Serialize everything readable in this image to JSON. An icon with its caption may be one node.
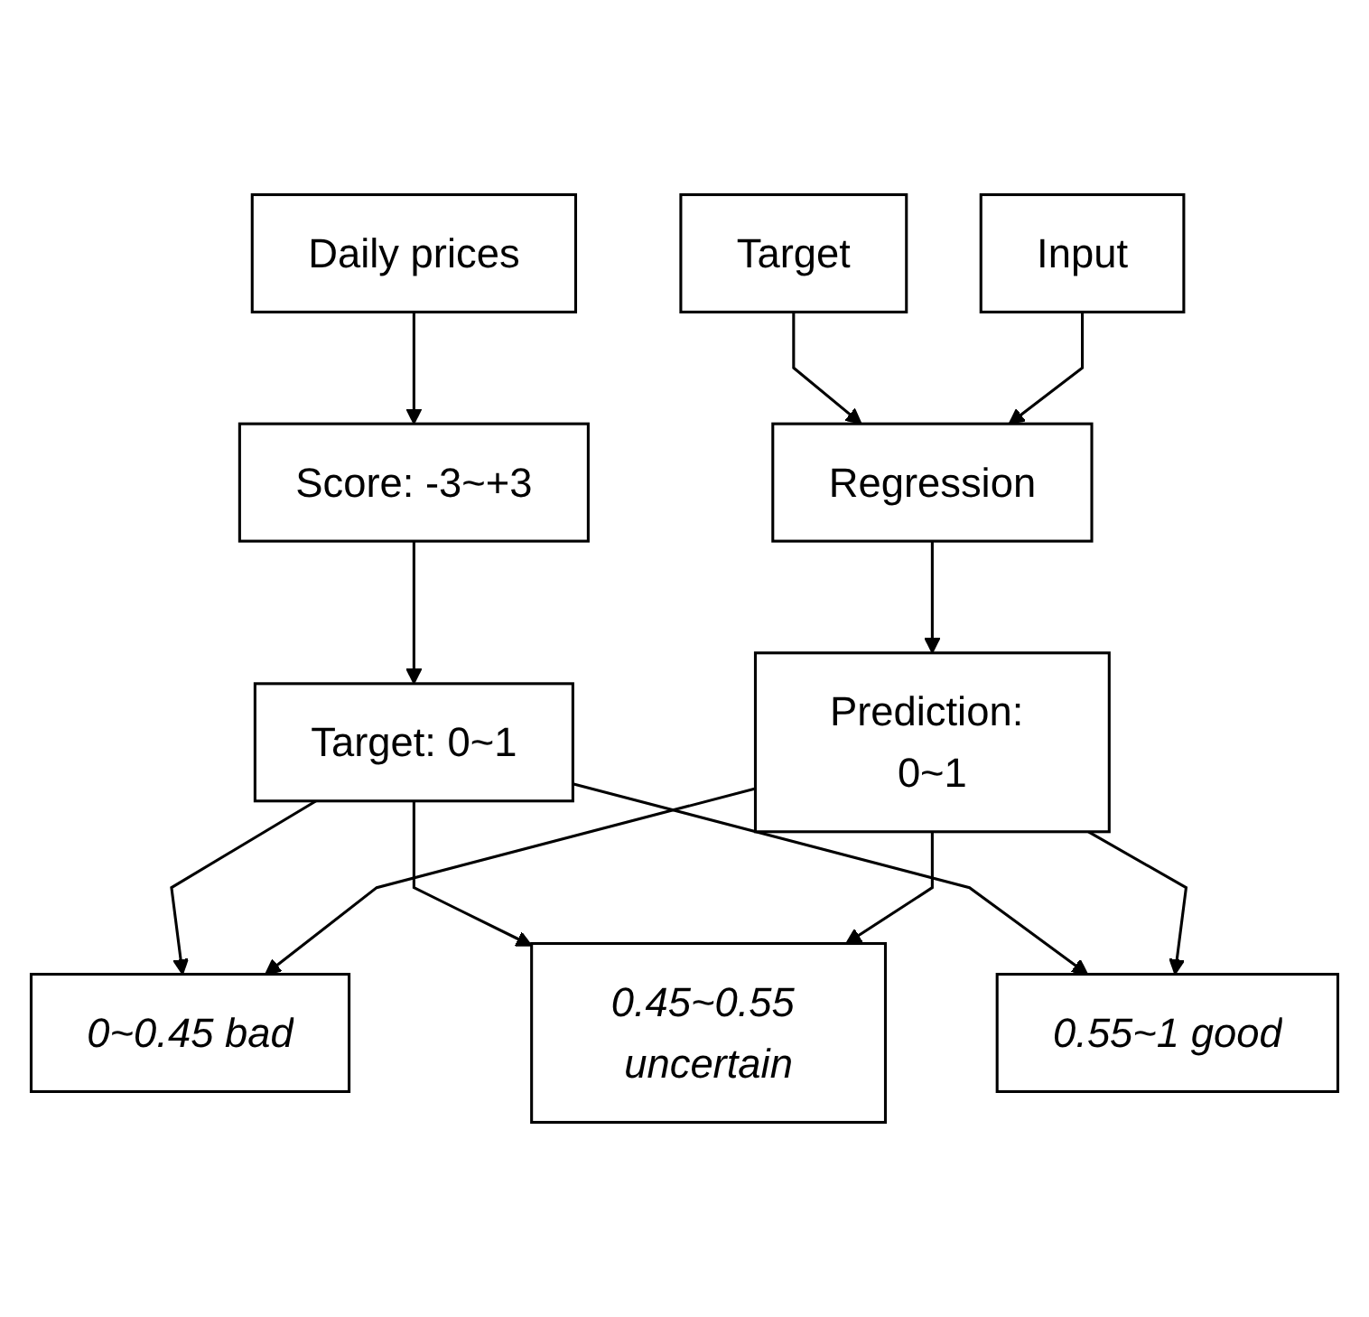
{
  "diagram": {
    "nodes": [
      {
        "text": [
          "Daily prices"
        ]
      },
      {
        "text": [
          "Target"
        ]
      },
      {
        "text": [
          "Input"
        ]
      },
      {
        "text": [
          "Score: -3~+3"
        ]
      },
      {
        "text": [
          "Regression"
        ]
      },
      {
        "text": [
          "Target: 0~1"
        ]
      },
      {
        "text": [
          "Prediction: 0~1"
        ]
      },
      {
        "text": [
          "0~0.45 bad"
        ]
      },
      {
        "text": [
          "0.45~0.55 uncertain"
        ]
      },
      {
        "text": [
          "0.55~1 good"
        ]
      }
    ],
    "edges": [
      {
        "from": 0,
        "to": 3,
        "arrow": "to"
      },
      {
        "from": 1,
        "to": 4,
        "arrow": "to"
      },
      {
        "from": 2,
        "to": 4,
        "arrow": "to"
      },
      {
        "from": 3,
        "to": 5,
        "arrow": "to"
      },
      {
        "from": 4,
        "to": 6,
        "arrow": "to"
      },
      {
        "from": 5,
        "to": 7,
        "arrow": "to"
      },
      {
        "from": 5,
        "to": 8,
        "arrow": "to"
      },
      {
        "from": 5,
        "to": 9,
        "arrow": "to"
      },
      {
        "from": 6,
        "to": 7,
        "arrow": "to"
      },
      {
        "from": 6,
        "to": 8,
        "arrow": "to"
      },
      {
        "from": 6,
        "to": 9,
        "arrow": "to"
      }
    ]
  }
}
